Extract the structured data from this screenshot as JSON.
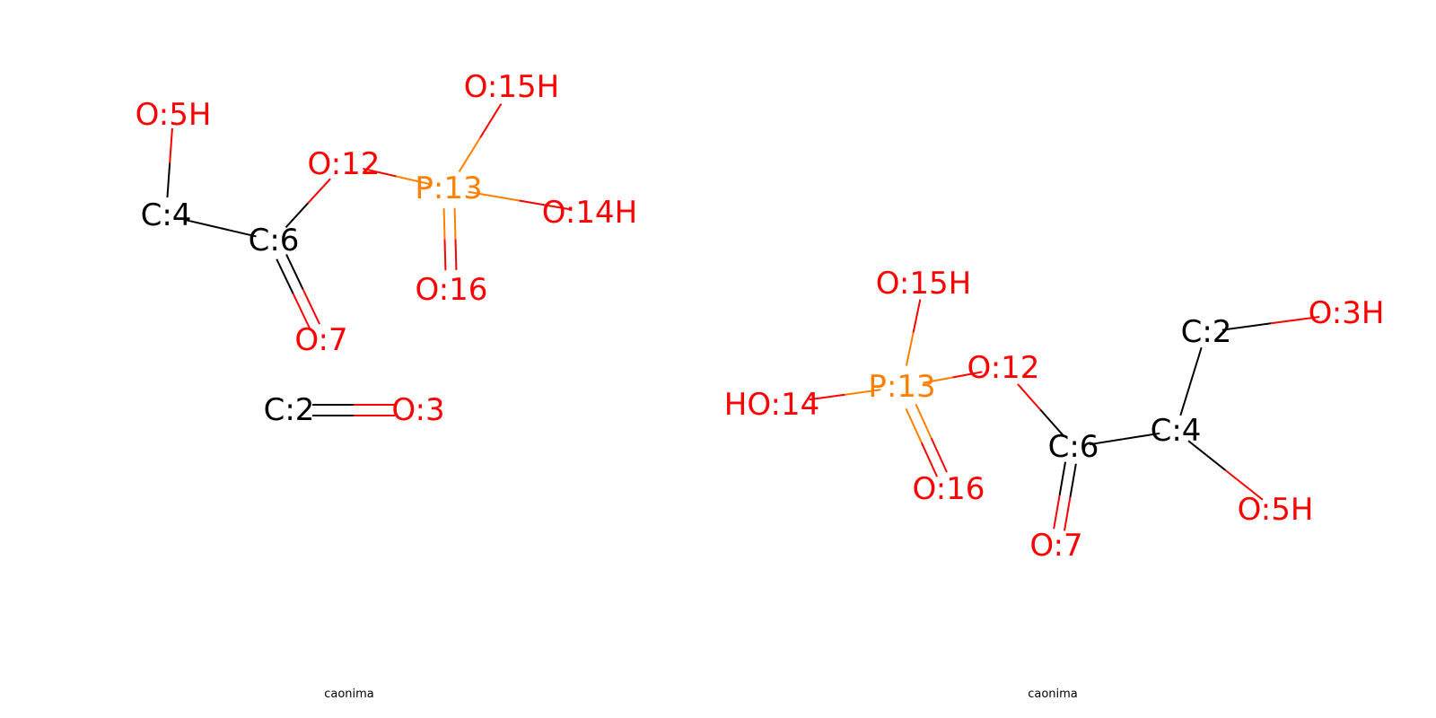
{
  "colors": {
    "C": "#000000",
    "O": "#ff0000",
    "P": "#ff8000"
  },
  "panels": [
    {
      "caption": "caonima",
      "atoms": [
        {
          "id": "O5",
          "label": "O:5H",
          "element": "O"
        },
        {
          "id": "C4",
          "label": "C:4",
          "element": "C"
        },
        {
          "id": "C6",
          "label": "C:6",
          "element": "C"
        },
        {
          "id": "O12",
          "label": "O:12",
          "element": "O"
        },
        {
          "id": "P13",
          "label": "P:13",
          "element": "P"
        },
        {
          "id": "O15",
          "label": "O:15H",
          "element": "O"
        },
        {
          "id": "O14",
          "label": "O:14H",
          "element": "O"
        },
        {
          "id": "O16",
          "label": "O:16",
          "element": "O"
        },
        {
          "id": "O7",
          "label": "O:7",
          "element": "O"
        },
        {
          "id": "C2",
          "label": "C:2",
          "element": "C"
        },
        {
          "id": "O3",
          "label": "O:3",
          "element": "O"
        }
      ],
      "bonds": [
        {
          "a": "O5",
          "b": "C4",
          "order": 1
        },
        {
          "a": "C4",
          "b": "C6",
          "order": 1
        },
        {
          "a": "C6",
          "b": "O12",
          "order": 1
        },
        {
          "a": "C6",
          "b": "O7",
          "order": 2
        },
        {
          "a": "O12",
          "b": "P13",
          "order": 1
        },
        {
          "a": "P13",
          "b": "O15",
          "order": 1
        },
        {
          "a": "P13",
          "b": "O14",
          "order": 1
        },
        {
          "a": "P13",
          "b": "O16",
          "order": 2
        },
        {
          "a": "C2",
          "b": "O3",
          "order": 2
        }
      ]
    },
    {
      "caption": "caonima",
      "atoms": [
        {
          "id": "O15",
          "label": "O:15H",
          "element": "O"
        },
        {
          "id": "P13",
          "label": "P:13",
          "element": "P"
        },
        {
          "id": "O14",
          "label": "HO:14",
          "element": "O"
        },
        {
          "id": "O12",
          "label": "O:12",
          "element": "O"
        },
        {
          "id": "O16",
          "label": "O:16",
          "element": "O"
        },
        {
          "id": "C6",
          "label": "C:6",
          "element": "C"
        },
        {
          "id": "O7",
          "label": "O:7",
          "element": "O"
        },
        {
          "id": "C4",
          "label": "C:4",
          "element": "C"
        },
        {
          "id": "C2",
          "label": "C:2",
          "element": "C"
        },
        {
          "id": "O3",
          "label": "O:3H",
          "element": "O"
        },
        {
          "id": "O5",
          "label": "O:5H",
          "element": "O"
        }
      ],
      "bonds": [
        {
          "a": "O15",
          "b": "P13",
          "order": 1
        },
        {
          "a": "O14",
          "b": "P13",
          "order": 1
        },
        {
          "a": "P13",
          "b": "O12",
          "order": 1
        },
        {
          "a": "P13",
          "b": "O16",
          "order": 2
        },
        {
          "a": "O12",
          "b": "C6",
          "order": 1
        },
        {
          "a": "C6",
          "b": "O7",
          "order": 2
        },
        {
          "a": "C6",
          "b": "C4",
          "order": 1
        },
        {
          "a": "C4",
          "b": "C2",
          "order": 1
        },
        {
          "a": "C2",
          "b": "O3",
          "order": 1
        },
        {
          "a": "C4",
          "b": "O5",
          "order": 1
        }
      ]
    }
  ]
}
